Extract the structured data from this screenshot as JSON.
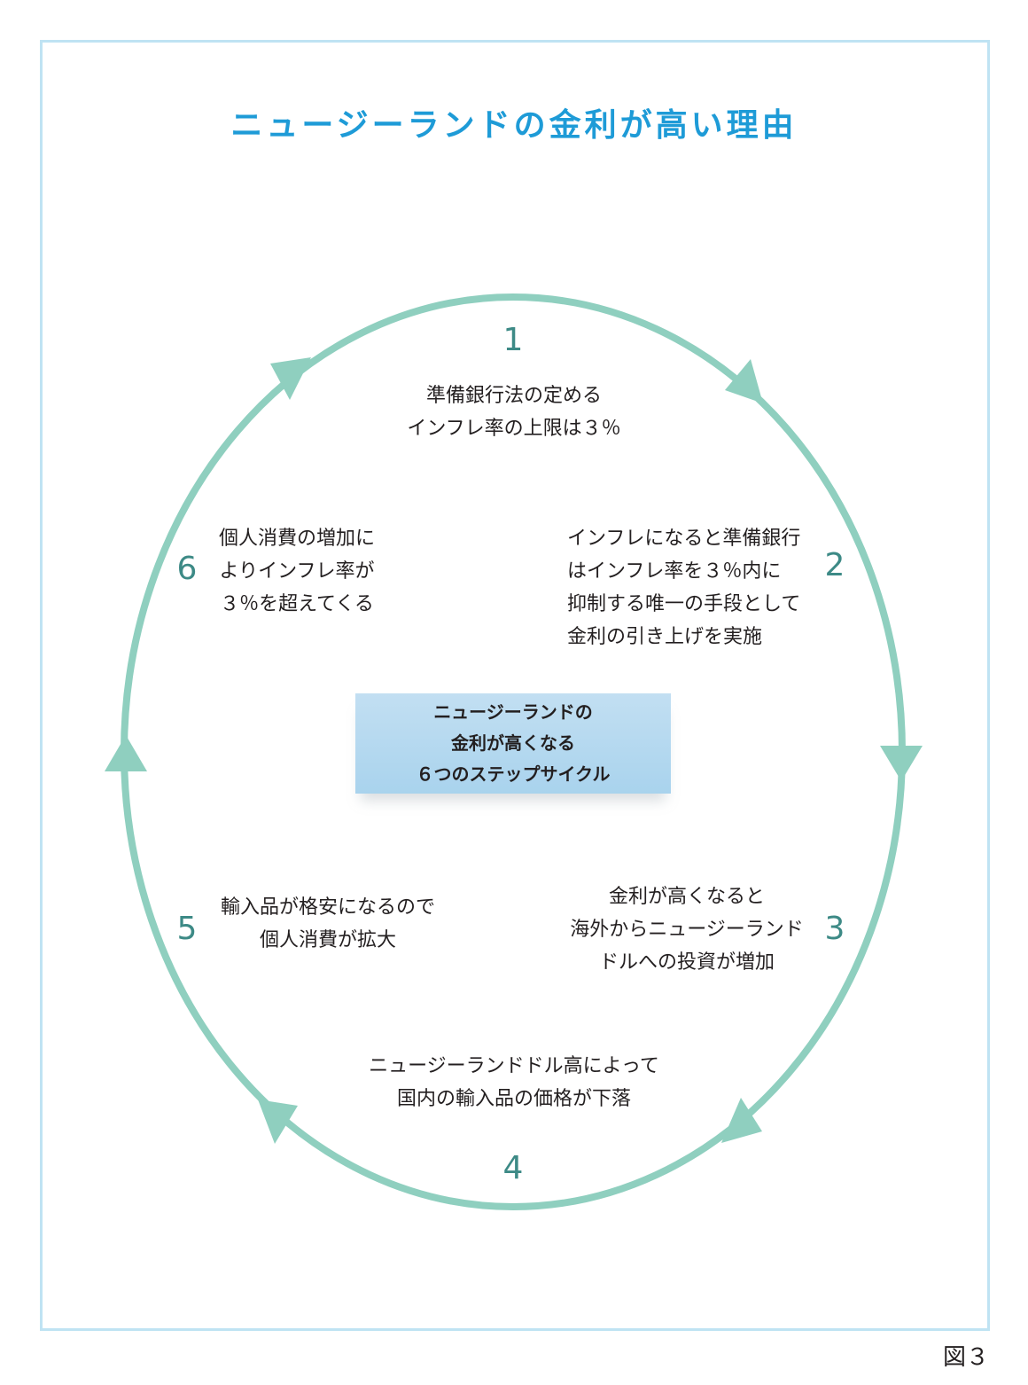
{
  "title": "ニュージーランドの金利が高い理由",
  "center": {
    "lines": [
      "ニュージーランドの",
      "金利が高くなる",
      "６つのステップサイクル"
    ]
  },
  "steps": [
    {
      "number": "1",
      "lines": [
        "準備銀行法の定める",
        "インフレ率の上限は３％"
      ]
    },
    {
      "number": "2",
      "lines": [
        "インフレになると準備銀行",
        "はインフレ率を３％内に",
        "抑制する唯一の手段として",
        "金利の引き上げを実施"
      ]
    },
    {
      "number": "3",
      "lines": [
        "金利が高くなると",
        "海外からニュージーランド",
        "ドルへの投資が増加"
      ]
    },
    {
      "number": "4",
      "lines": [
        "ニュージーランドドル高によって",
        "国内の輸入品の価格が下落"
      ]
    },
    {
      "number": "5",
      "lines": [
        "輸入品が格安になるので",
        "個人消費が拡大"
      ]
    },
    {
      "number": "6",
      "lines": [
        "個人消費の増加に",
        "よりインフレ率が",
        "３％を超えてくる"
      ]
    }
  ],
  "figure_label": "図３",
  "colors": {
    "title": "#1e9bd7",
    "cycle": "#8fcfbf",
    "number": "#3d8a86",
    "frame": "#bfe3f3",
    "center_box": "#b0d6ee"
  }
}
